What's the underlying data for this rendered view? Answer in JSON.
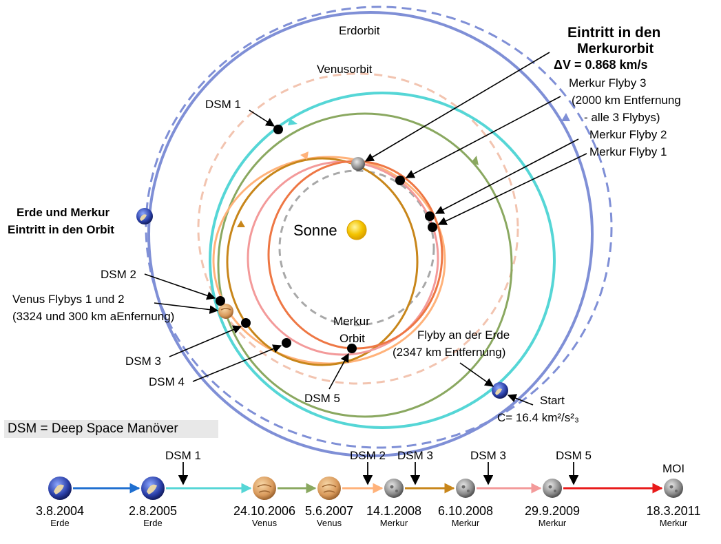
{
  "labels": {
    "erdorbit": "Erdorbit",
    "venusorbit": "Venusorbit",
    "sonne": "Sonne",
    "merkur_orbit_line1": "Merkur",
    "merkur_orbit_line2": "Orbit",
    "moi_line1": "Eintritt in den",
    "moi_line2": "Merkurorbit",
    "moi_line3": "ΔV = 0.868 km/s",
    "flyby3_line1": "Merkur Flyby 3",
    "flyby3_line2": "(2000 km Entfernung",
    "flyby3_line3": "- alle 3 Flybys)",
    "flyby2": "Merkur Flyby 2",
    "flyby1": "Merkur Flyby 1",
    "erde_merkur_line1": "Erde und Merkur",
    "erde_merkur_line2": "Eintritt in den Orbit",
    "dsm1": "DSM 1",
    "dsm2": "DSM 2",
    "dsm3": "DSM 3",
    "dsm4": "DSM 4",
    "dsm5": "DSM 5",
    "venus_flybys_line1": "Venus Flybys 1 und 2",
    "venus_flybys_line2": "(3324 und 300 km aEnfernung)",
    "erde_flyby_line1": "Flyby an der Erde",
    "erde_flyby_line2": "(2347 km Entfernung)",
    "start": "Start",
    "c3": "C= 16.4 km²/s²₃",
    "legend": "DSM = Deep Space Manöver"
  },
  "timeline": {
    "events": [
      {
        "date": "3.8.2004",
        "body": "Erde",
        "icon": "earth-icon"
      },
      {
        "date": "2.8.2005",
        "body": "Erde",
        "icon": "earth-icon"
      },
      {
        "date": "24.10.2006",
        "body": "Venus",
        "icon": "venus-icon"
      },
      {
        "date": "5.6.2007",
        "body": "Venus",
        "icon": "venus-icon"
      },
      {
        "date": "14.1.2008",
        "body": "Merkur",
        "icon": "mercury-icon"
      },
      {
        "date": "6.10.2008",
        "body": "Merkur",
        "icon": "mercury-icon"
      },
      {
        "date": "29.9.2009",
        "body": "Merkur",
        "icon": "mercury-icon"
      },
      {
        "date": "18.3.2011",
        "body": "Merkur",
        "icon": "mercury-icon"
      }
    ],
    "markers": [
      "DSM 1",
      "DSM 2",
      "DSM 3",
      "DSM 3",
      "DSM 5",
      "MOI"
    ]
  },
  "colors": {
    "earth_orbit": "#7f8fd6",
    "venus_orbit": "#f2c4b0",
    "mercury_orbit": "#a8a8a8",
    "leg1": "#1f6fd0",
    "leg2": "#55d6d6",
    "leg3": "#8aa860",
    "leg4": "#ffb27a",
    "leg5": "#c8861a",
    "leg6": "#f39a9a",
    "leg7": "#e81a1a",
    "sun": "#f4c400"
  }
}
